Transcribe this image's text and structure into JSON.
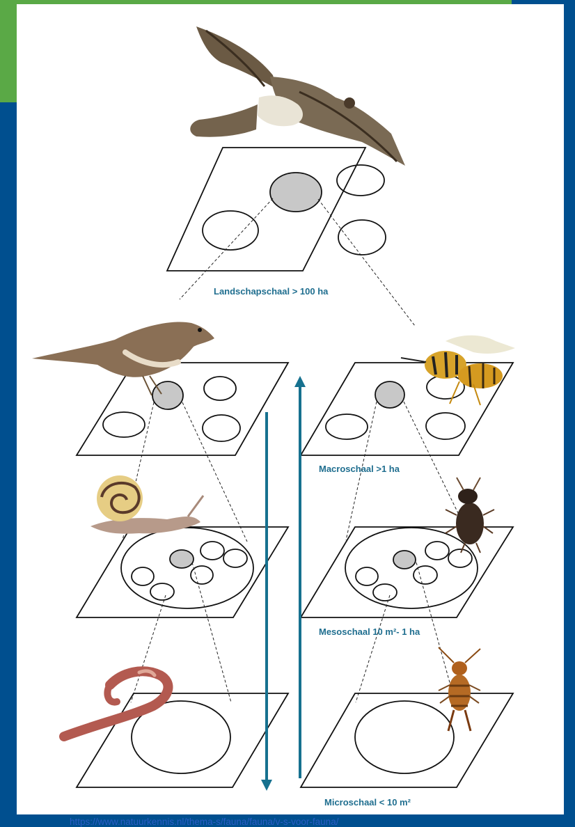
{
  "scales": {
    "landscape": "Landschapschaal > 100 ha",
    "macro": "Macroschaal >1 ha",
    "meso": "Mesoschaal 10 m²- 1 ha",
    "micro": "Microschaal < 10 m²"
  },
  "source_url": "https://www.natuurkennis.nl/thema-s/fauna/fauna/v-s-voor-fauna/",
  "colors": {
    "page_background": "#004f8f",
    "accent_green": "#5aa946",
    "arrow": "#16718f",
    "label_text": "#1f6e8f",
    "link": "#2a5cc4",
    "highlight_fill": "#c8c8c8"
  }
}
